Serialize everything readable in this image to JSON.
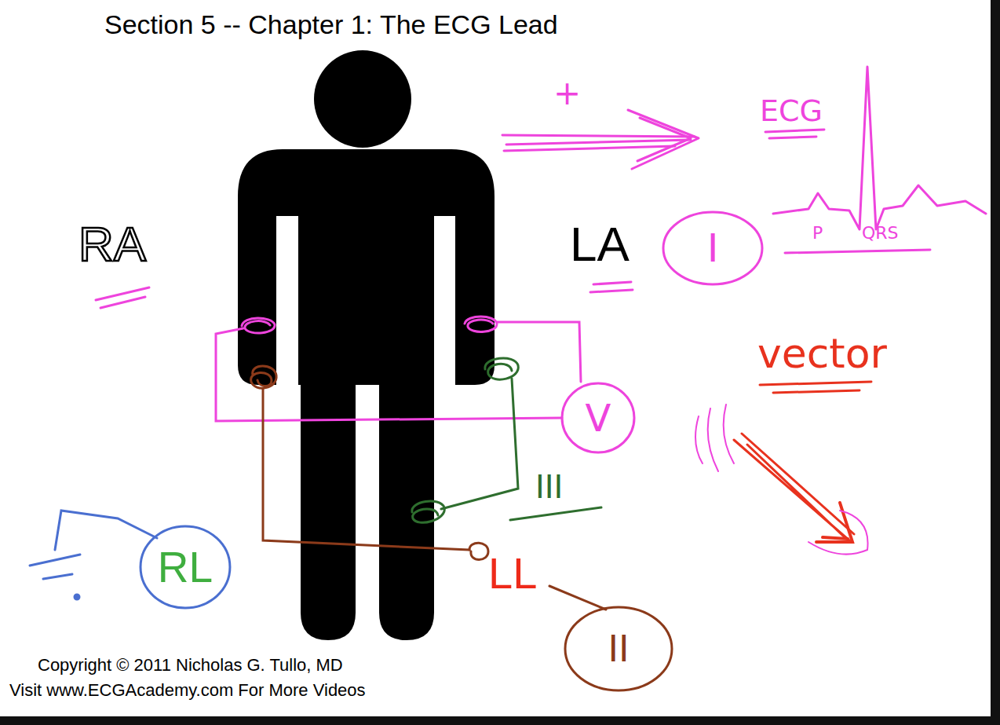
{
  "diagram": {
    "title": "Section 5 -- Chapter 1: The ECG Lead",
    "nodes": [
      {
        "text": [
          "I"
        ]
      },
      {
        "text": [
          "V"
        ]
      },
      {
        "text": [
          "RL"
        ]
      },
      {
        "text": [
          "II"
        ]
      }
    ],
    "labels": [
      "+",
      "ECG",
      "RA",
      "LA",
      "P",
      "QRS",
      "vector",
      "III",
      "LL",
      "Copyright © 2011 Nicholas G. Tullo, MD",
      "Visit www.ECGAcademy.com For More Videos"
    ]
  }
}
